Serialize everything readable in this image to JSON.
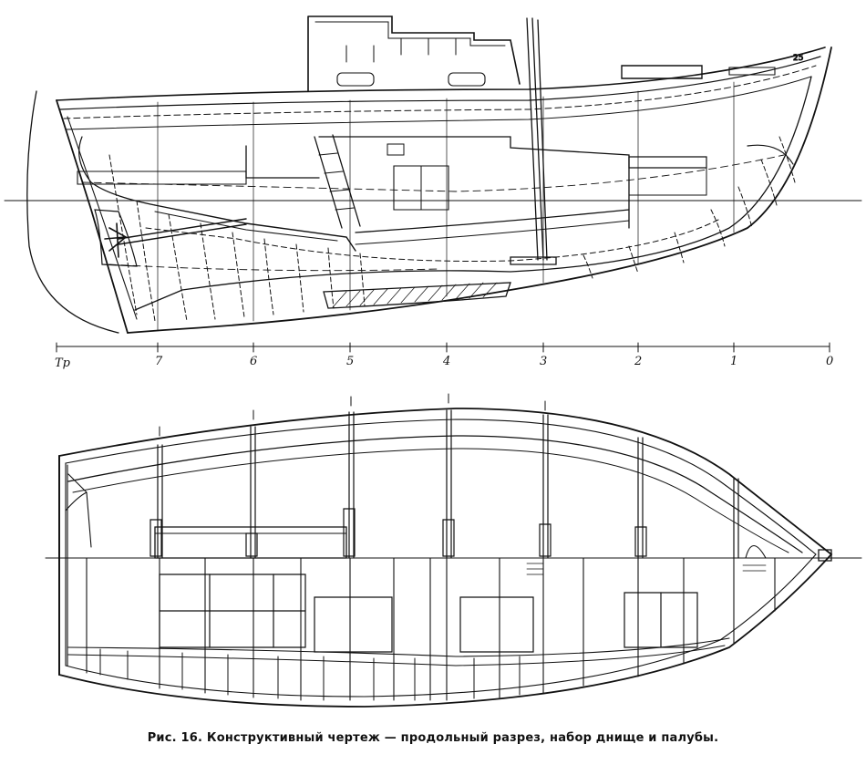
{
  "figure": {
    "caption": "Рис. 16. Конструктивный чертеж — продольный разрез, набор днище и палубы.",
    "station_labels": [
      "Тр",
      "7",
      "6",
      "5",
      "4",
      "3",
      "2",
      "1",
      "0"
    ],
    "frame_number_label": "25",
    "views": [
      "longitudinal-section",
      "deck-and-bottom-framing-plan"
    ]
  }
}
